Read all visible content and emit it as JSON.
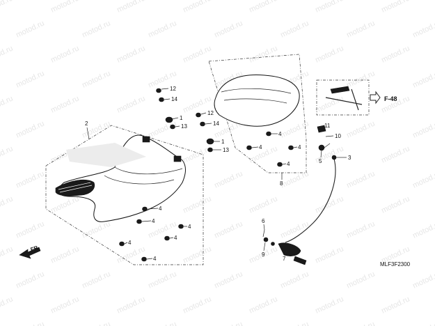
{
  "watermark": "motod.ru",
  "diagram_code": "MLF3F2300",
  "front_label": "FR.",
  "ref_label": "F-48",
  "callouts": {
    "c1a": "1",
    "c1b": "1",
    "c2": "2",
    "c3": "3",
    "c4a": "4",
    "c4b": "4",
    "c4c": "4",
    "c4d": "4",
    "c4e": "4",
    "c4f": "4",
    "c4g": "4",
    "c4h": "4",
    "c4i": "4",
    "c4j": "4",
    "c5": "5",
    "c6": "6",
    "c7": "7",
    "c8": "8",
    "c9": "9",
    "c10": "10",
    "c11": "11",
    "c12a": "12",
    "c12b": "12",
    "c13a": "13",
    "c13b": "13",
    "c14a": "14",
    "c14b": "14"
  }
}
